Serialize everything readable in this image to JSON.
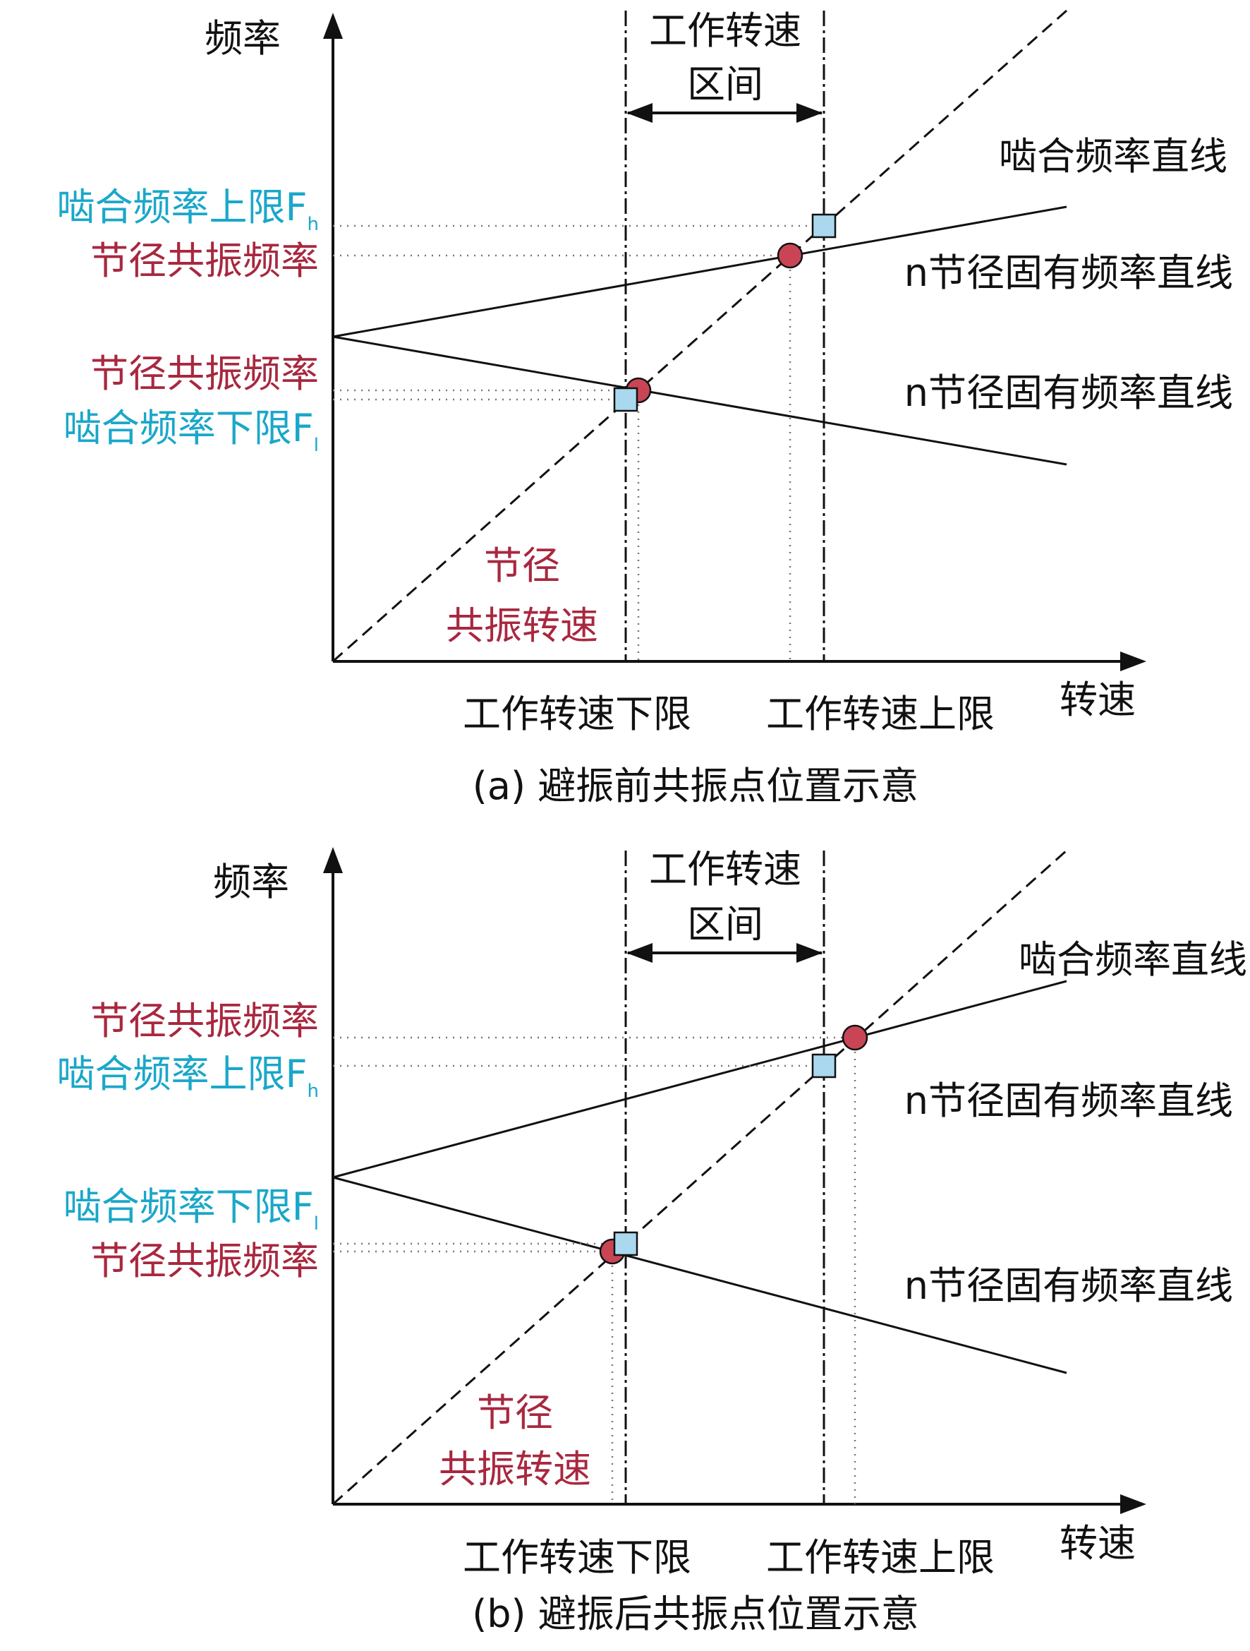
{
  "colors": {
    "axis": "#111111",
    "mesh_label": "#1aa7c9",
    "resonance_label": "#a8283f",
    "resonance_marker": "#c94556",
    "mesh_marker": "#a9d8ef"
  },
  "panels": [
    {
      "caption": "(a) 避振前共振点位置示意",
      "y_axis_label": "频率",
      "x_axis_label": "转速",
      "work_range_label_1": "工作转速",
      "work_range_label_2": "区间",
      "mesh_line_label": "啮合频率直线",
      "natural_line_label_upper": "n节径固有频率直线",
      "natural_line_label_lower": "n节径固有频率直线",
      "left_label_1": "啮合频率上限F",
      "left_label_1_sub": "h",
      "left_label_2": "节径共振频率",
      "left_label_3": "节径共振频率",
      "left_label_4": "啮合频率下限F",
      "left_label_4_sub": "l",
      "resonance_speed_label_1": "节径",
      "resonance_speed_label_2": "共振转速",
      "x_tick_low": "工作转速下限",
      "x_tick_high": "工作转速上限"
    },
    {
      "caption": "(b) 避振后共振点位置示意",
      "y_axis_label": "频率",
      "x_axis_label": "转速",
      "work_range_label_1": "工作转速",
      "work_range_label_2": "区间",
      "mesh_line_label": "啮合频率直线",
      "natural_line_label_upper": "n节径固有频率直线",
      "natural_line_label_lower": "n节径固有频率直线",
      "left_label_1": "节径共振频率",
      "left_label_2": "啮合频率上限F",
      "left_label_2_sub": "h",
      "left_label_3": "啮合频率下限F",
      "left_label_3_sub": "l",
      "left_label_4": "节径共振频率",
      "resonance_speed_label_1": "节径",
      "resonance_speed_label_2": "共振转速",
      "x_tick_low": "工作转速下限",
      "x_tick_high": "工作转速上限"
    }
  ]
}
